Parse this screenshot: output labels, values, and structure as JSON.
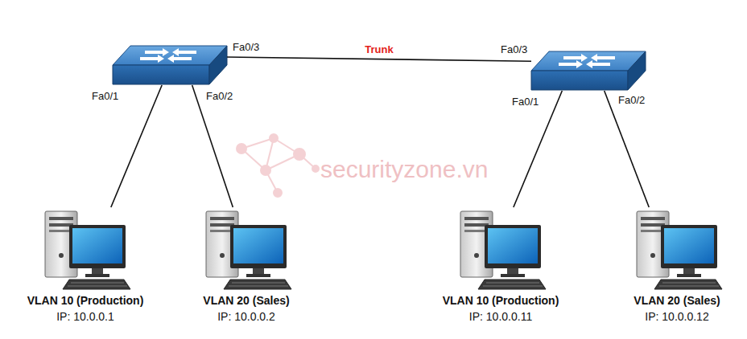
{
  "diagram": {
    "nodes": [
      {
        "text": [
          "Fa0/3",
          "Fa0/1",
          "Fa0/2"
        ]
      },
      {
        "text": [
          "Fa0/3",
          "Fa0/1",
          "Fa0/2"
        ]
      },
      {
        "text": [
          "VLAN 10 (Production)",
          "IP: 10.0.0.1"
        ]
      },
      {
        "text": [
          "VLAN 20 (Sales)",
          "IP: 10.0.0.2"
        ]
      },
      {
        "text": [
          "VLAN 10 (Production)",
          "IP: 10.0.0.11"
        ]
      },
      {
        "text": [
          "VLAN 20 (Sales)",
          "IP: 10.0.0.12"
        ]
      }
    ],
    "edges": [
      {
        "from": 0,
        "to": 1,
        "arrow": "none",
        "label": "Trunk"
      },
      {
        "from": 0,
        "to": 2,
        "arrow": "none"
      },
      {
        "from": 0,
        "to": 3,
        "arrow": "none"
      },
      {
        "from": 1,
        "to": 4,
        "arrow": "none"
      },
      {
        "from": 1,
        "to": 5,
        "arrow": "none"
      }
    ],
    "labels": [
      "securityzone.vn"
    ]
  }
}
